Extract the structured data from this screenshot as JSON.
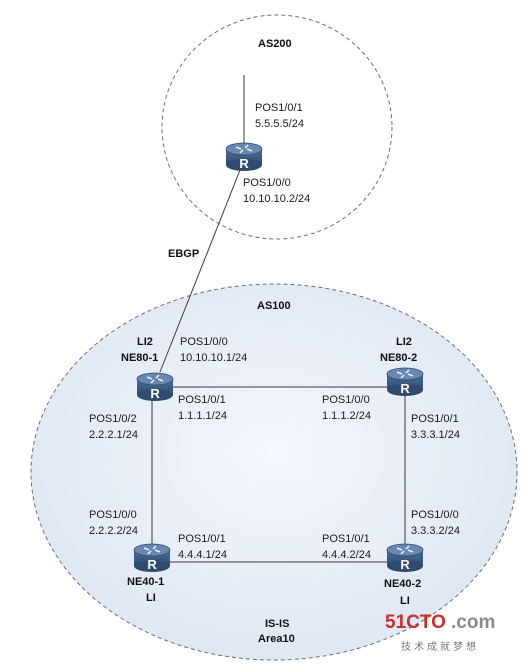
{
  "as200": {
    "title": "AS200",
    "router": {
      "port_top": "POS1/0/1",
      "ip_top": "5.5.5.5/24",
      "port_bottom": "POS1/0/0",
      "ip_bottom": "10.10.10.2/24"
    }
  },
  "ebgp_label": "EBGP",
  "as100": {
    "title": "AS100",
    "ne80_1": {
      "level": "LI2",
      "name": "NE80-1",
      "up_port": "POS1/0/0",
      "up_ip": "10.10.10.1/24",
      "right_port": "POS1/0/1",
      "right_ip": "1.1.1.1/24",
      "down_port": "POS1/0/2",
      "down_ip": "2.2.2.1/24"
    },
    "ne80_2": {
      "level": "LI2",
      "name": "NE80-2",
      "left_port": "POS1/0/0",
      "left_ip": "1.1.1.2/24",
      "down_port": "POS1/0/1",
      "down_ip": "3.3.3.1/24"
    },
    "ne40_1": {
      "name": "NE40-1",
      "level": "LI",
      "up_port": "POS1/0/0",
      "up_ip": "2.2.2.2/24",
      "right_port": "POS1/0/1",
      "right_ip": "4.4.4.1/24"
    },
    "ne40_2": {
      "name": "NE40-2",
      "level": "LI",
      "up_port": "POS1/0/0",
      "up_ip": "3.3.3.2/24",
      "left_port": "POS1/0/1",
      "left_ip": "4.4.4.2/24"
    },
    "isis_label": "IS-IS",
    "area_label": "Area10"
  },
  "watermark": {
    "brand_red": "51CTO",
    "brand_grey": ".com",
    "tagline": "技术成就梦想"
  },
  "colors": {
    "router_body": "#3d5f89",
    "router_top": "#5d82ad",
    "as100_fill": "#e8eef7",
    "dashed_outline": "#7a7a7a",
    "link": "#3a3a3a"
  }
}
